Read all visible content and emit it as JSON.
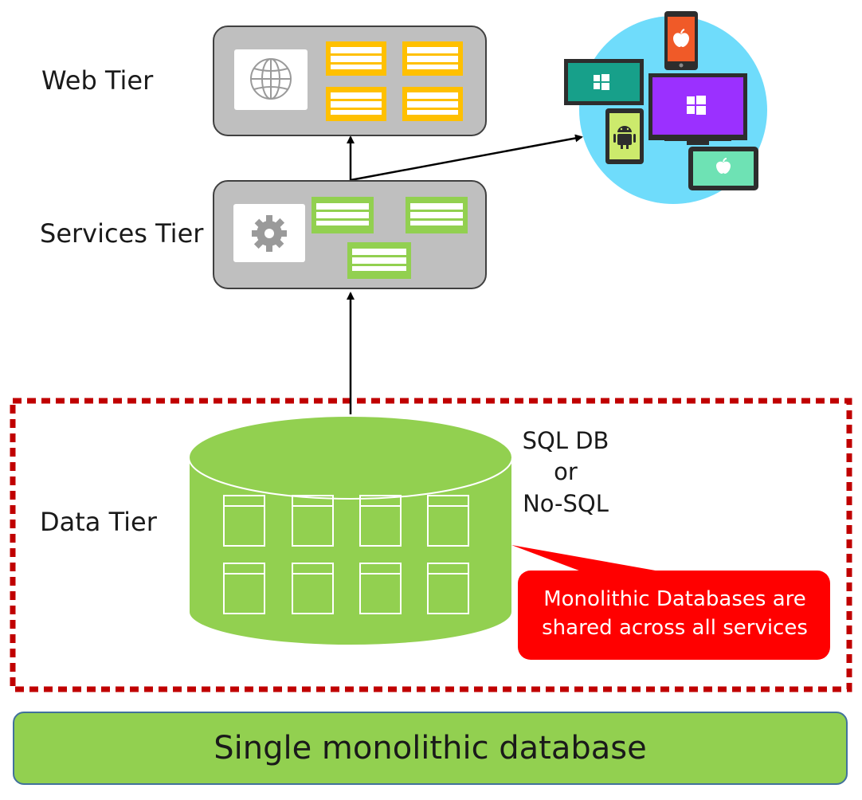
{
  "tiers": {
    "web": "Web Tier",
    "services": "Services Tier",
    "data": "Data Tier"
  },
  "db_type": {
    "line1": "SQL DB",
    "line2": "or",
    "line3": "No-SQL"
  },
  "callout": {
    "line1": "Monolithic Databases are",
    "line2": "shared across all services"
  },
  "banner": {
    "text": "Single monolithic database"
  },
  "colors": {
    "tier_box": "#bfbfbf",
    "web_component": "#ffc000",
    "service_component": "#92d050",
    "database": "#92d050",
    "dashed_border": "#c00000",
    "callout": "#ff0000",
    "client_circle": "#6fdcfb"
  },
  "icons": {
    "web": "globe-icon",
    "services": "gear-icon",
    "clients": [
      "windows-monitor-icon",
      "windows-desktop-icon",
      "ios-phone-icon",
      "android-tablet-icon",
      "ios-tablet-icon"
    ]
  }
}
